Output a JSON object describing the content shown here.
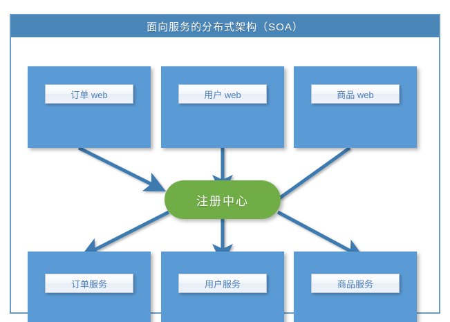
{
  "panel": {
    "title": "面向服务的分布式架构（SOA）",
    "border_color": "#6a9bc3",
    "title_bar_color": "#4a86b8",
    "title_text_color": "#ffffff",
    "background": "#ffffff"
  },
  "diagram": {
    "type": "architecture-diagram",
    "node_fill_color": "#5b9bd5",
    "node_label_text_color": "#4a7ebb",
    "registry_fill_color": "#70ad47",
    "registry_text_color": "#ffffff",
    "connector_color": "#3d7ab0",
    "web_tier": [
      {
        "label": "订单 web"
      },
      {
        "label": "用户 web"
      },
      {
        "label": "商品 web"
      }
    ],
    "registry": {
      "label": "注册中心"
    },
    "service_tier": [
      {
        "label": "订单服务"
      },
      {
        "label": "用户服务"
      },
      {
        "label": "商品服务"
      }
    ],
    "connections": [
      {
        "from": "订单 web",
        "to": "注册中心",
        "arrowhead": true
      },
      {
        "from": "用户 web",
        "to": "注册中心",
        "arrowhead": true
      },
      {
        "from": "商品 web",
        "to": "注册中心",
        "arrowhead": false
      },
      {
        "from": "注册中心",
        "to": "订单服务",
        "arrowhead": true
      },
      {
        "from": "注册中心",
        "to": "用户服务",
        "arrowhead": true
      },
      {
        "from": "注册中心",
        "to": "商品服务",
        "arrowhead": true
      }
    ]
  },
  "watermark": {
    "text": ""
  }
}
